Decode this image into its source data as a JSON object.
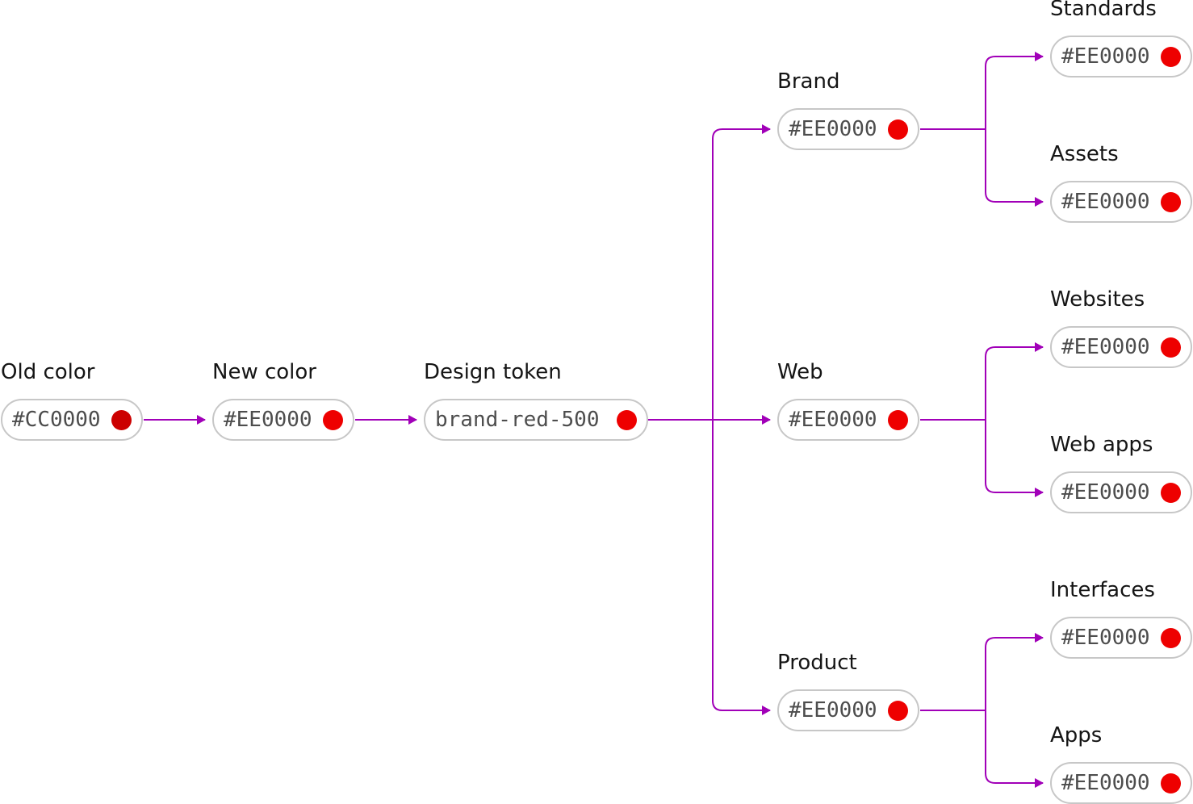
{
  "colors": {
    "connector": "#a100b8",
    "pill_border": "#c7c7c7",
    "old_swatch": "#CC0000",
    "new_swatch": "#EE0000"
  },
  "flow": {
    "old_color": {
      "label": "Old color",
      "value": "#CC0000"
    },
    "new_color": {
      "label": "New color",
      "value": "#EE0000"
    },
    "design_token": {
      "label": "Design token",
      "value": "brand-red-500"
    }
  },
  "branches": {
    "brand": {
      "label": "Brand",
      "value": "#EE0000"
    },
    "web": {
      "label": "Web",
      "value": "#EE0000"
    },
    "product": {
      "label": "Product",
      "value": "#EE0000"
    }
  },
  "leaves": {
    "standards": {
      "label": "Standards",
      "value": "#EE0000"
    },
    "assets": {
      "label": "Assets",
      "value": "#EE0000"
    },
    "websites": {
      "label": "Websites",
      "value": "#EE0000"
    },
    "web_apps": {
      "label": "Web apps",
      "value": "#EE0000"
    },
    "interfaces": {
      "label": "Interfaces",
      "value": "#EE0000"
    },
    "apps": {
      "label": "Apps",
      "value": "#EE0000"
    }
  }
}
